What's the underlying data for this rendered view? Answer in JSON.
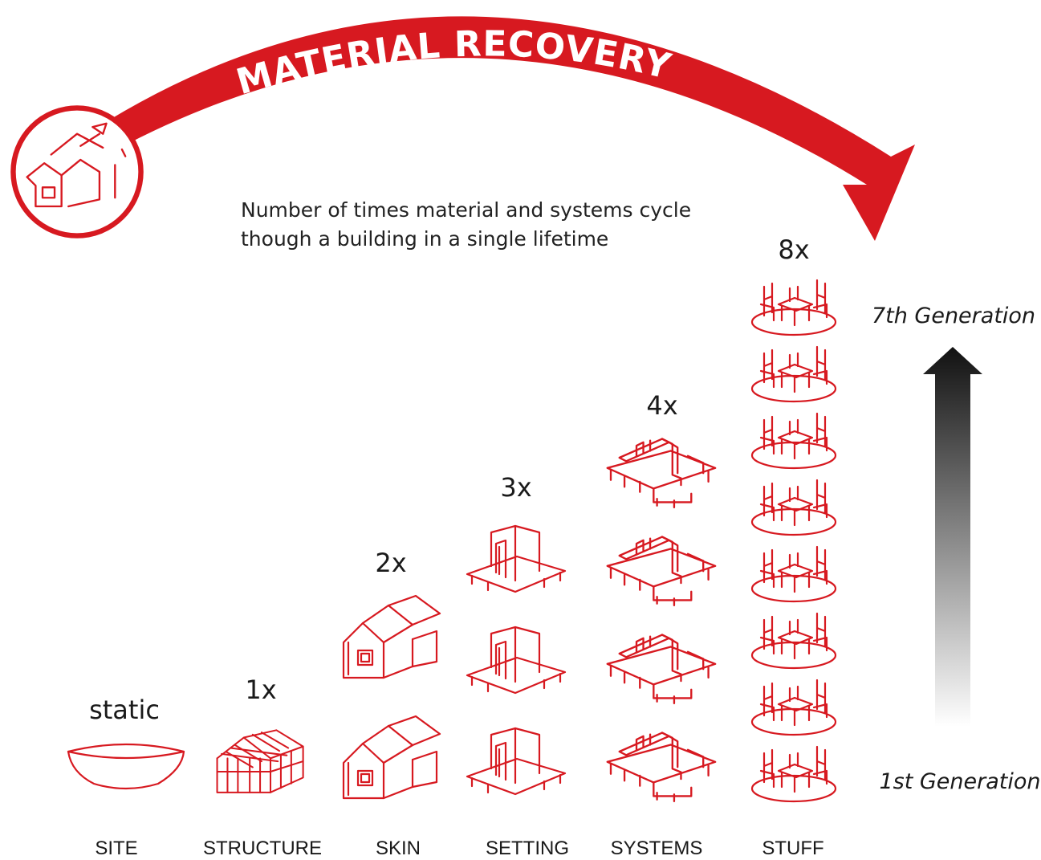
{
  "title": "MATERIAL RECOVERY",
  "description_lines": [
    "Number of times material and systems cycle",
    "though a building in a single lifetime"
  ],
  "generation_axis": {
    "top_label": "7th Generation",
    "bottom_label": "1st Generation"
  },
  "columns": [
    {
      "label": "SITE",
      "multiplier": "static",
      "count": 1,
      "icon": "bowl-icon"
    },
    {
      "label": "STRUCTURE",
      "multiplier": "1x",
      "count": 1,
      "icon": "frame-icon"
    },
    {
      "label": "SKIN",
      "multiplier": "2x",
      "count": 2,
      "icon": "house-icon"
    },
    {
      "label": "SETTING",
      "multiplier": "3x",
      "count": 3,
      "icon": "partition-icon"
    },
    {
      "label": "SYSTEMS",
      "multiplier": "4x",
      "count": 4,
      "icon": "ducts-icon"
    },
    {
      "label": "STUFF",
      "multiplier": "8x",
      "count": 8,
      "icon": "table-chairs-icon"
    }
  ],
  "colors": {
    "accent": "#d71920",
    "text": "#1a1a1a",
    "arrow_dark": "#111111",
    "arrow_light": "#ffffff"
  }
}
